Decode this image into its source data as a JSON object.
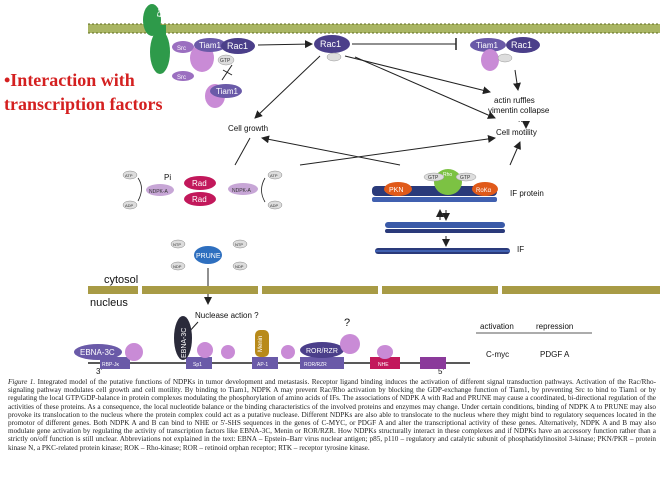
{
  "side_title": "•Interaction with transcription factors",
  "labels": {
    "rtk": "RTK",
    "src": "Src",
    "rac1": "Rac1",
    "tiam1": "Tiam1",
    "actin_ruffles": "actin ruffles",
    "vimentin_collapse": "vimentin collapse",
    "ellipsis": "...",
    "cell_growth": "Cell growth",
    "cell_motility": "Cell motility",
    "pi": "Pi",
    "rad": "Rad",
    "nm23": "NDPK-A",
    "atp": "ATP",
    "adp": "ADP",
    "gtp": "GTP",
    "gdp": "GDP",
    "pkn": "PKN",
    "rok": "RoKα",
    "rho": "Rho",
    "if_protein": "IF protein",
    "if": "IF",
    "prune": "PRUNE",
    "ntp": "NTP",
    "ndp": "NDP",
    "cytosol": "cytosol",
    "nucleus": "nucleus",
    "nuclease_action": "Nuclease action ?",
    "question": "?",
    "ebna3c": "EBNA-3C",
    "ebna3c_vertical": "EBNA-3C",
    "menin": "Menin",
    "ror_rzr": "ROR/RZR",
    "prime3": "3'",
    "prime5": "5'",
    "activation": "activation",
    "repression": "repression",
    "c_myc": "C-myc",
    "pdgf_a": "PDGF A",
    "sites": [
      "RBP-Jκ",
      "Sp1",
      "AP-1",
      "ROR/RZR",
      "NHE"
    ]
  },
  "caption": {
    "label": "Figure 1.",
    "text": " Integrated model of the putative functions of NDPKs in tumor development and metastasis. Receptor ligand binding induces the activation of different signal transduction pathways. Activation of the Rac/Rho-signaling pathway modulates cell growth and cell motility. By binding to Tiam1, NDPK A may prevent Rac/Rho activation by blocking the GDP-exchange function of Tiam1, by preventing Src to bind to Tiam1 or by regulating the local GTP/GDP-balance in protein complexes modulating the phosphorylation of amino acids of IFs. The associations of NDPK A with Rad and PRUNE may cause a coordinated, bi-directional regulation of the activities of these proteins. As a consequence, the local nucleotide balance or the binding characteristics of the involved proteins and enzymes may change. Under certain conditions, binding of NDPK A to PRUNE may also provoke its translocation to the nucleus where the protein complex could act as a putative nuclease. Different NDPKs are also able to translocate to the nucleus where they might bind to regulatory sequences located in the promotor of different genes. Both NDPK A and B can bind to NHE or 5'-SHS sequences in the genes of C-MYC, or PDGF A and alter the transcriptional activity of these genes. Alternatively, NDPK A and B may also modulate gene activation by regulating the activity of transcription factors like EBNA-3C, Menin or ROR/RZR. How NDPKs structurally interact in these complexes and if NDPKs have an accessory function rather than a strictly on/off function is still unclear. Abbreviations not explained in the text: EBNA – Epstein–Barr virus nuclear antigen; p85, p110 – regulatory and catalytic subunit of phosphatidylinositol 3-kinase; PKN/PKR – protein kinase N, a PKC-related protein kinase; ROK – Rho-kinase; ROR – retinoid orphan receptor; RTK – receptor tyrosine kinase."
  },
  "colors": {
    "title_red": "#d42020",
    "rac_purple": "#4b3f8a",
    "rad_magenta": "#c2185b",
    "receptor_green": "#2e9a4a",
    "membrane_olive": "#8a9a3a",
    "prune_blue": "#2e6fbf",
    "pkn_orange": "#e05a1a",
    "rho_green": "#7cc243"
  }
}
